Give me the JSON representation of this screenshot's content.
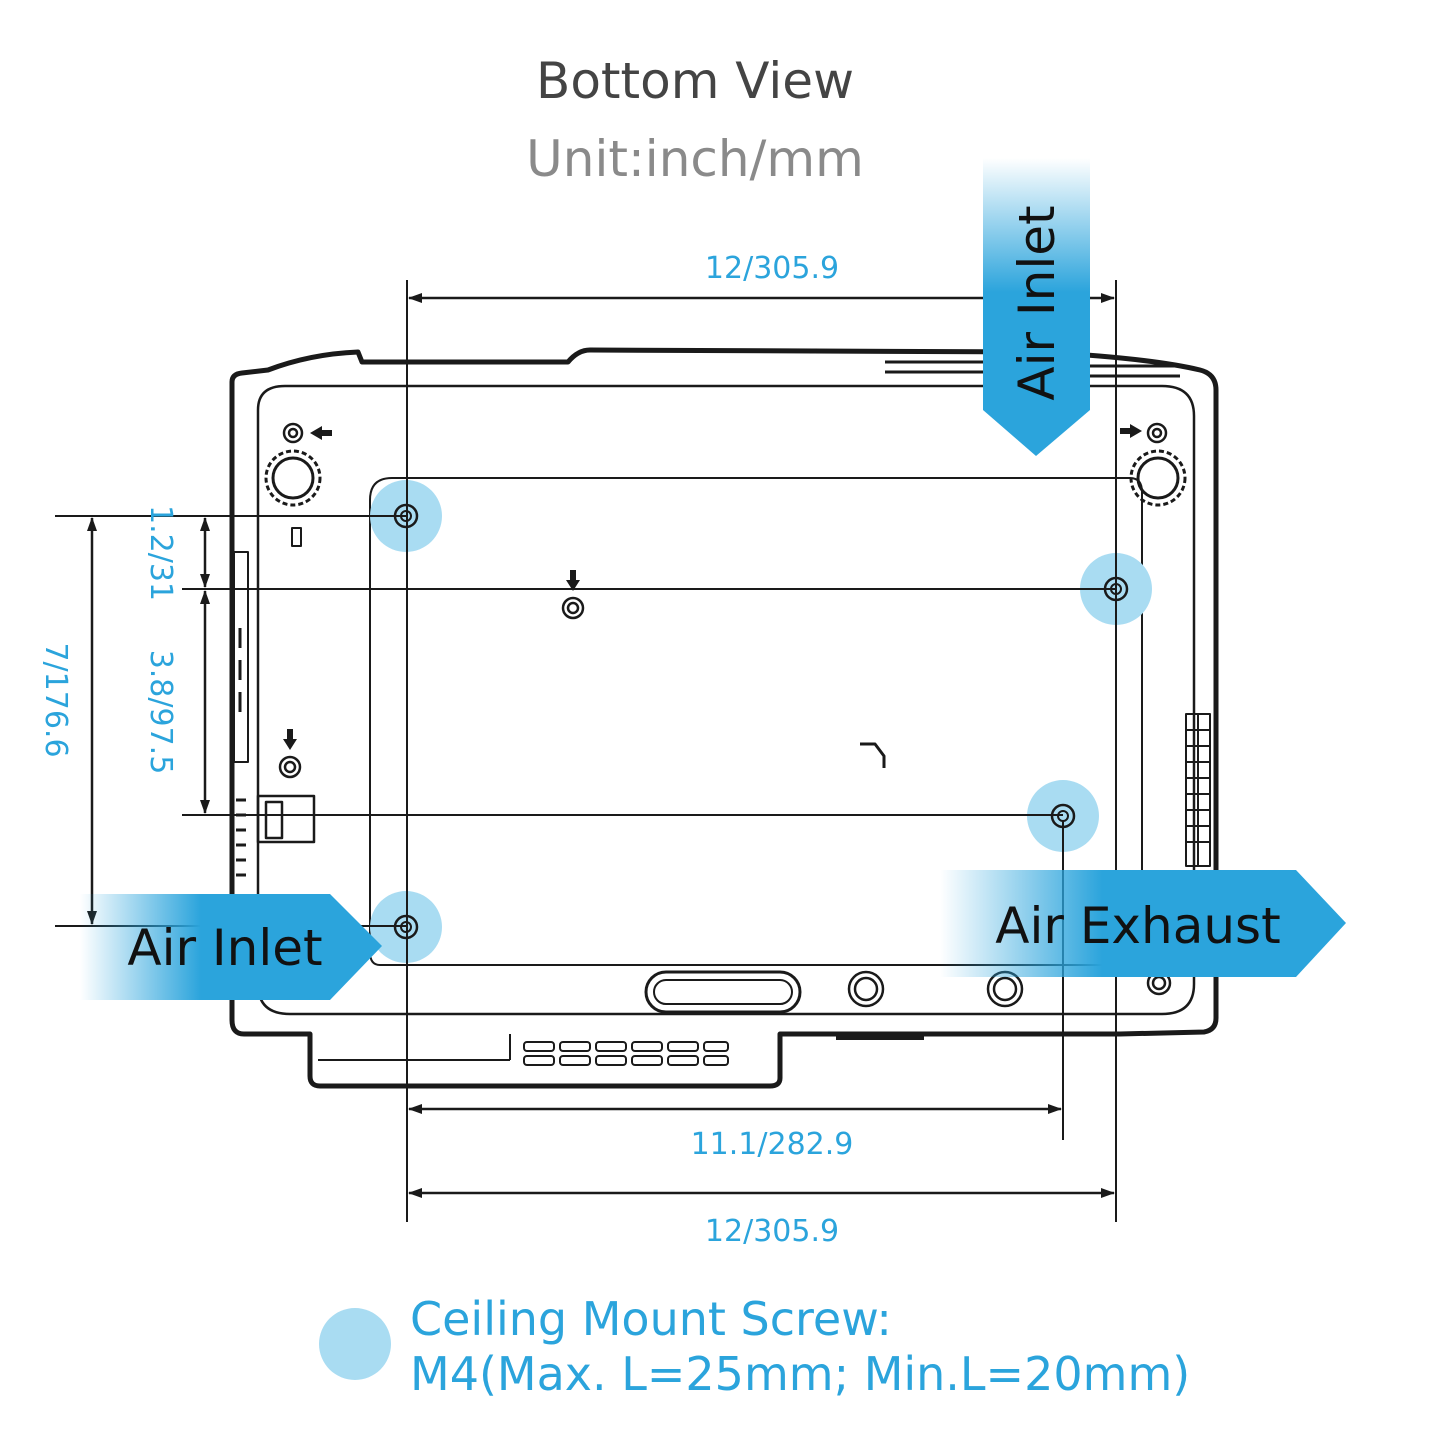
{
  "title": "Bottom View",
  "unit": "Unit:inch/mm",
  "dimensions": {
    "top_width": "12/305.9",
    "screw_span": "11.1/282.9",
    "bottom_width": "12/305.9",
    "left_offset": "1.2/31",
    "left_spacing": "3.8/97.5",
    "left_height": "7/176.6"
  },
  "airflow": {
    "inlet_top": "Air Inlet",
    "inlet_left": "Air Inlet",
    "exhaust": "Air Exhaust"
  },
  "legend": {
    "line1": "Ceiling Mount Screw:",
    "line2": "M4(Max. L=25mm; Min.L=20mm)"
  },
  "colors": {
    "accent": "#2ba4dc",
    "screw_highlight": "#a9dcf2",
    "outline": "#1a1a1a",
    "title": "#444444",
    "subtitle": "#8a8a8a"
  }
}
